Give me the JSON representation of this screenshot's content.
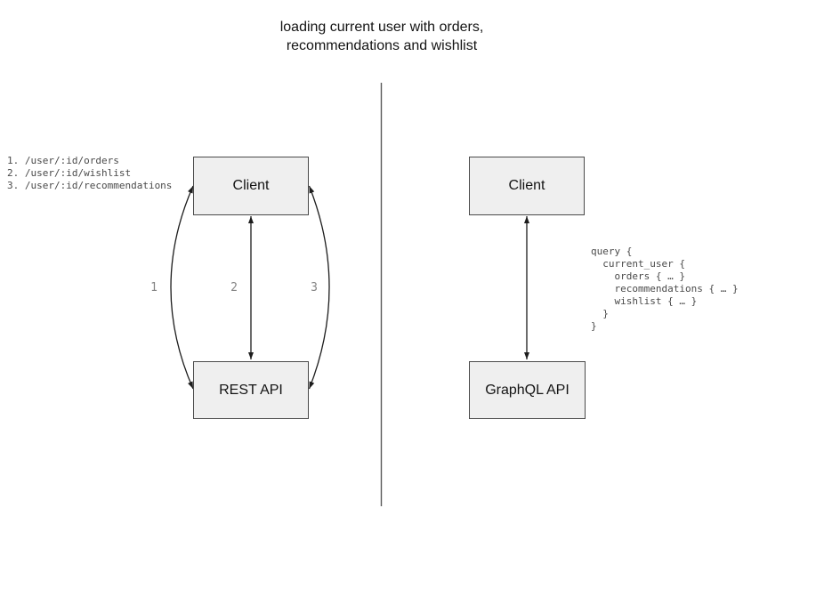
{
  "title": {
    "lines": [
      "loading current user with orders,",
      "recommendations and wishlist"
    ]
  },
  "rest_side": {
    "endpoints": [
      "1. /user/:id/orders",
      "2. /user/:id/wishlist",
      "3. /user/:id/recommendations"
    ],
    "client_box_label": "Client",
    "api_box_label": "REST API",
    "edge_labels": [
      "1",
      "2",
      "3"
    ]
  },
  "graphql_side": {
    "client_box_label": "Client",
    "api_box_label": "GraphQL API",
    "query_snippet": "query {\n  current_user {\n    orders { … }\n    recommendations { … }\n    wishlist { … }\n  }\n}"
  },
  "colors": {
    "box-fill": "#efefef",
    "box-border": "#4a4a4a",
    "arrow": "#1c1c1c",
    "divider": "#595959",
    "mono-text": "#4a4a4a",
    "edge-label": "#848484",
    "title-text": "#141414"
  }
}
